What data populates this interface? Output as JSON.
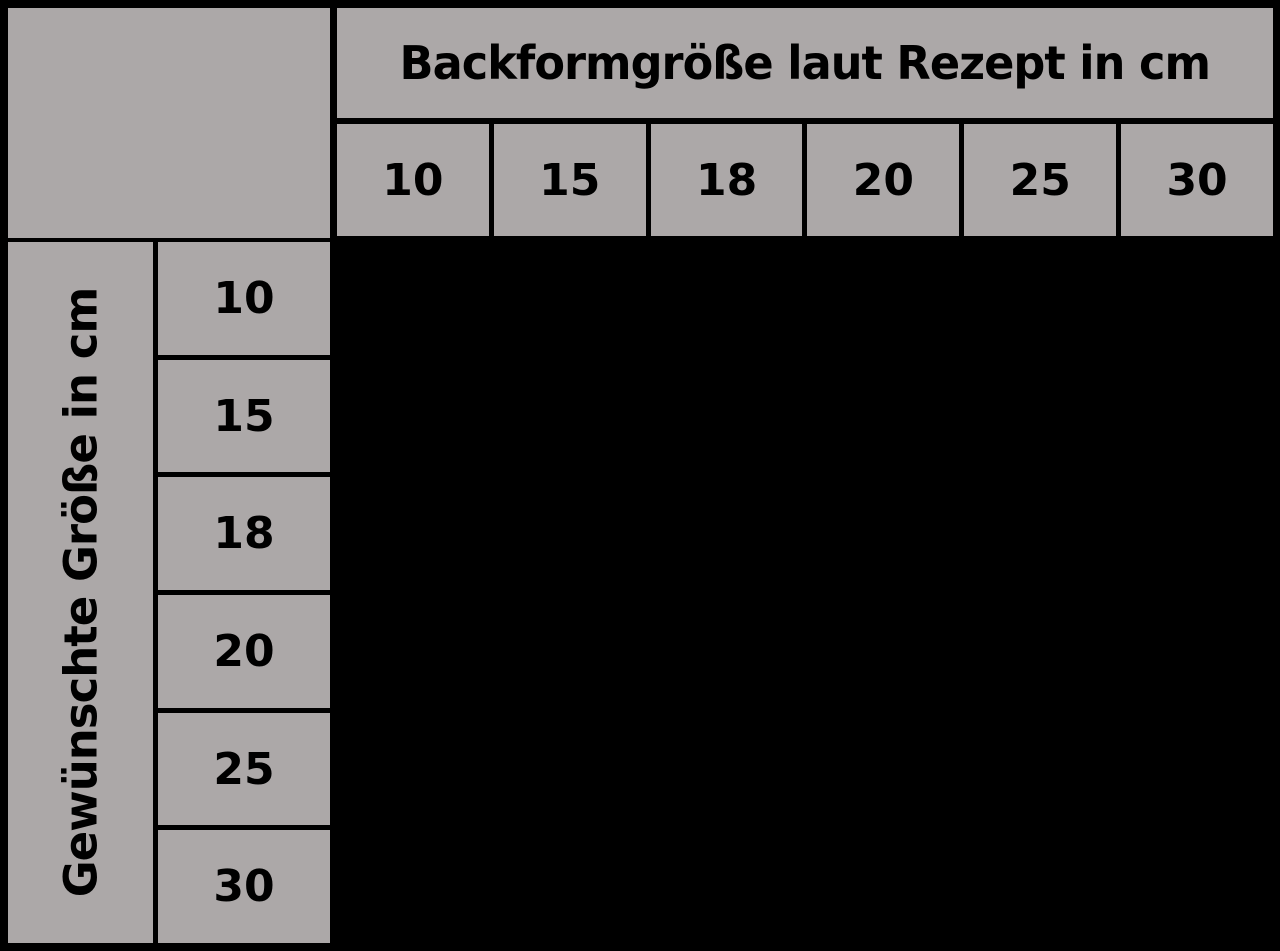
{
  "table": {
    "col_axis_label": "Backformgröße laut Rezept in cm",
    "row_axis_label": "Gewünschte Größe in cm",
    "col_headers": [
      "10",
      "15",
      "18",
      "20",
      "25",
      "30"
    ],
    "row_headers": [
      "10",
      "15",
      "18",
      "20",
      "25",
      "30"
    ]
  },
  "colors": {
    "cell_gray": "#ACA8A8",
    "background": "#000000",
    "text": "#000000"
  },
  "chart_data": {
    "type": "table",
    "title": "Backformgröße laut Rezept in cm",
    "row_axis_label": "Gewünschte Größe in cm",
    "columns": [
      "10",
      "15",
      "18",
      "20",
      "25",
      "30"
    ],
    "rows": [
      "10",
      "15",
      "18",
      "20",
      "25",
      "30"
    ],
    "cells_visible": false,
    "cells": []
  }
}
